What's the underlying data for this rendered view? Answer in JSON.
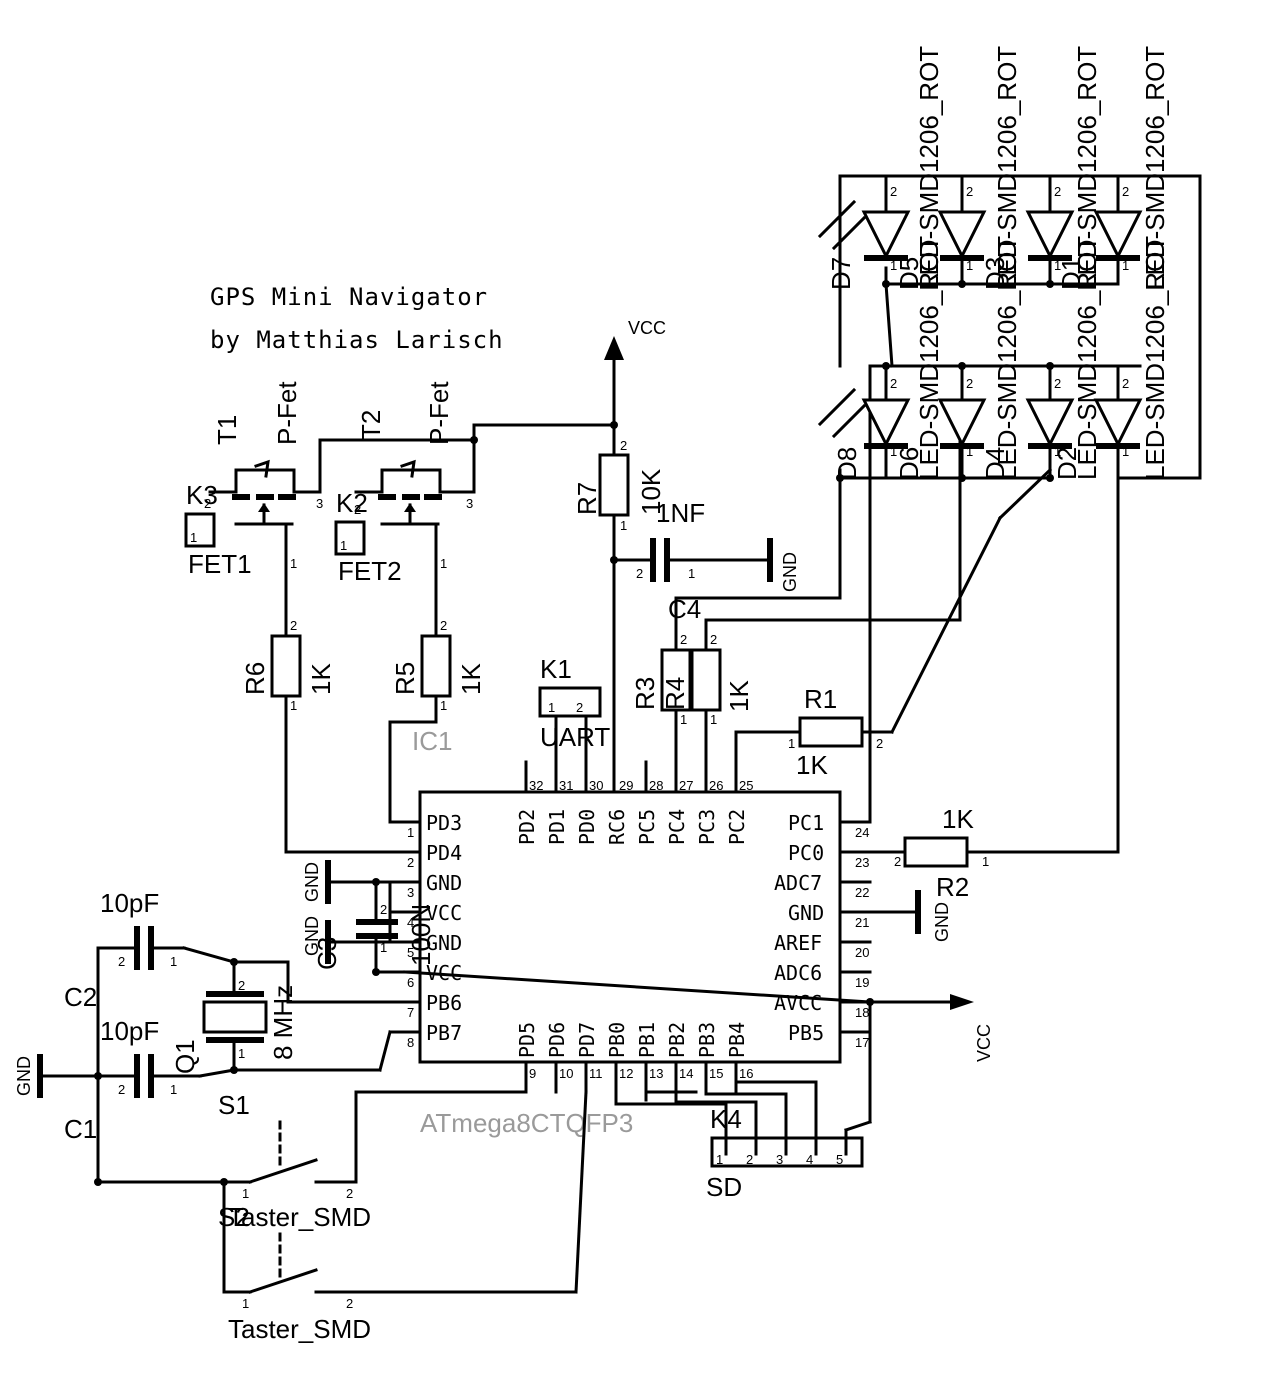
{
  "title": {
    "line1": "GPS Mini Navigator",
    "line2": "by Matthias Larisch"
  },
  "ic": {
    "name": "IC1",
    "type": "ATmega8CTQFP3",
    "left_pins": [
      {
        "num": "1",
        "name": "PD3"
      },
      {
        "num": "2",
        "name": "PD4"
      },
      {
        "num": "3",
        "name": "GND"
      },
      {
        "num": "4",
        "name": "VCC"
      },
      {
        "num": "5",
        "name": "GND"
      },
      {
        "num": "6",
        "name": "VCC"
      },
      {
        "num": "7",
        "name": "PB6"
      },
      {
        "num": "8",
        "name": "PB7"
      }
    ],
    "right_pins": [
      {
        "num": "24",
        "name": "PC1"
      },
      {
        "num": "23",
        "name": "PC0"
      },
      {
        "num": "22",
        "name": "ADC7"
      },
      {
        "num": "21",
        "name": "GND"
      },
      {
        "num": "20",
        "name": "AREF"
      },
      {
        "num": "19",
        "name": "ADC6"
      },
      {
        "num": "18",
        "name": "AVCC"
      },
      {
        "num": "17",
        "name": "PB5"
      }
    ],
    "top_pins": [
      {
        "num": "32",
        "name": "PD2"
      },
      {
        "num": "31",
        "name": "PD1"
      },
      {
        "num": "30",
        "name": "PD0"
      },
      {
        "num": "29",
        "name": "RC6"
      },
      {
        "num": "28",
        "name": "PC5"
      },
      {
        "num": "27",
        "name": "PC4"
      },
      {
        "num": "26",
        "name": "PC3"
      },
      {
        "num": "25",
        "name": "PC2"
      }
    ],
    "bottom_pins": [
      {
        "num": "9",
        "name": "PD5"
      },
      {
        "num": "10",
        "name": "PD6"
      },
      {
        "num": "11",
        "name": "PD7"
      },
      {
        "num": "12",
        "name": "PB0"
      },
      {
        "num": "13",
        "name": "PB1"
      },
      {
        "num": "14",
        "name": "PB2"
      },
      {
        "num": "15",
        "name": "PB3"
      },
      {
        "num": "16",
        "name": "PB4"
      }
    ]
  },
  "transistors": {
    "t1": {
      "name": "T1",
      "value": "P-Fet"
    },
    "t2": {
      "name": "T2",
      "value": "P-Fet"
    }
  },
  "connectors": {
    "k3": {
      "name": "K3",
      "value": "FET1"
    },
    "k2": {
      "name": "K2",
      "value": "FET2"
    },
    "k1": {
      "name": "K1",
      "value": "UART"
    },
    "k4": {
      "name": "K4",
      "value": "SD"
    }
  },
  "resistors": {
    "r7": {
      "name": "R7",
      "value": "10K"
    },
    "r6": {
      "name": "R6",
      "value": "1K"
    },
    "r5": {
      "name": "R5",
      "value": "1K"
    },
    "r3": {
      "name": "R3",
      "value": "1K"
    },
    "r4": {
      "name": "R4",
      "value": "1K"
    },
    "r1": {
      "name": "R1",
      "value": "1K"
    },
    "r2": {
      "name": "R2",
      "value": "1K"
    }
  },
  "capacitors": {
    "c4": {
      "name": "C4",
      "value": "1NF"
    },
    "c3": {
      "name": "C3",
      "value": "100N"
    },
    "c2": {
      "name": "C2",
      "value": "10pF"
    },
    "c1": {
      "name": "C1",
      "value": "10pF"
    }
  },
  "crystal": {
    "name": "Q1",
    "value": "8 MHz"
  },
  "switches": {
    "s1": {
      "name": "S1",
      "value": "Taster_SMD"
    },
    "s2": {
      "name": "S2",
      "value": "Taster_SMD"
    }
  },
  "leds": [
    {
      "name": "D7",
      "value": "LED-SMD1206_ROT"
    },
    {
      "name": "D5",
      "value": "LED-SMD1206_ROT"
    },
    {
      "name": "D3",
      "value": "LED-SMD1206_ROT"
    },
    {
      "name": "D1",
      "value": "LED-SMD1206_ROT"
    },
    {
      "name": "D8",
      "value": "LED-SMD1206_ROT"
    },
    {
      "name": "D6",
      "value": "LED-SMD1206_ROT"
    },
    {
      "name": "D4",
      "value": "LED-SMD1206_ROT"
    },
    {
      "name": "D2",
      "value": "LED-SMD1206_ROT"
    }
  ],
  "nets": {
    "vcc": "VCC",
    "gnd": "GND"
  },
  "pin_numbers": {
    "p1": "1",
    "p2": "2",
    "p3": "3",
    "p4": "4",
    "p5": "5"
  }
}
